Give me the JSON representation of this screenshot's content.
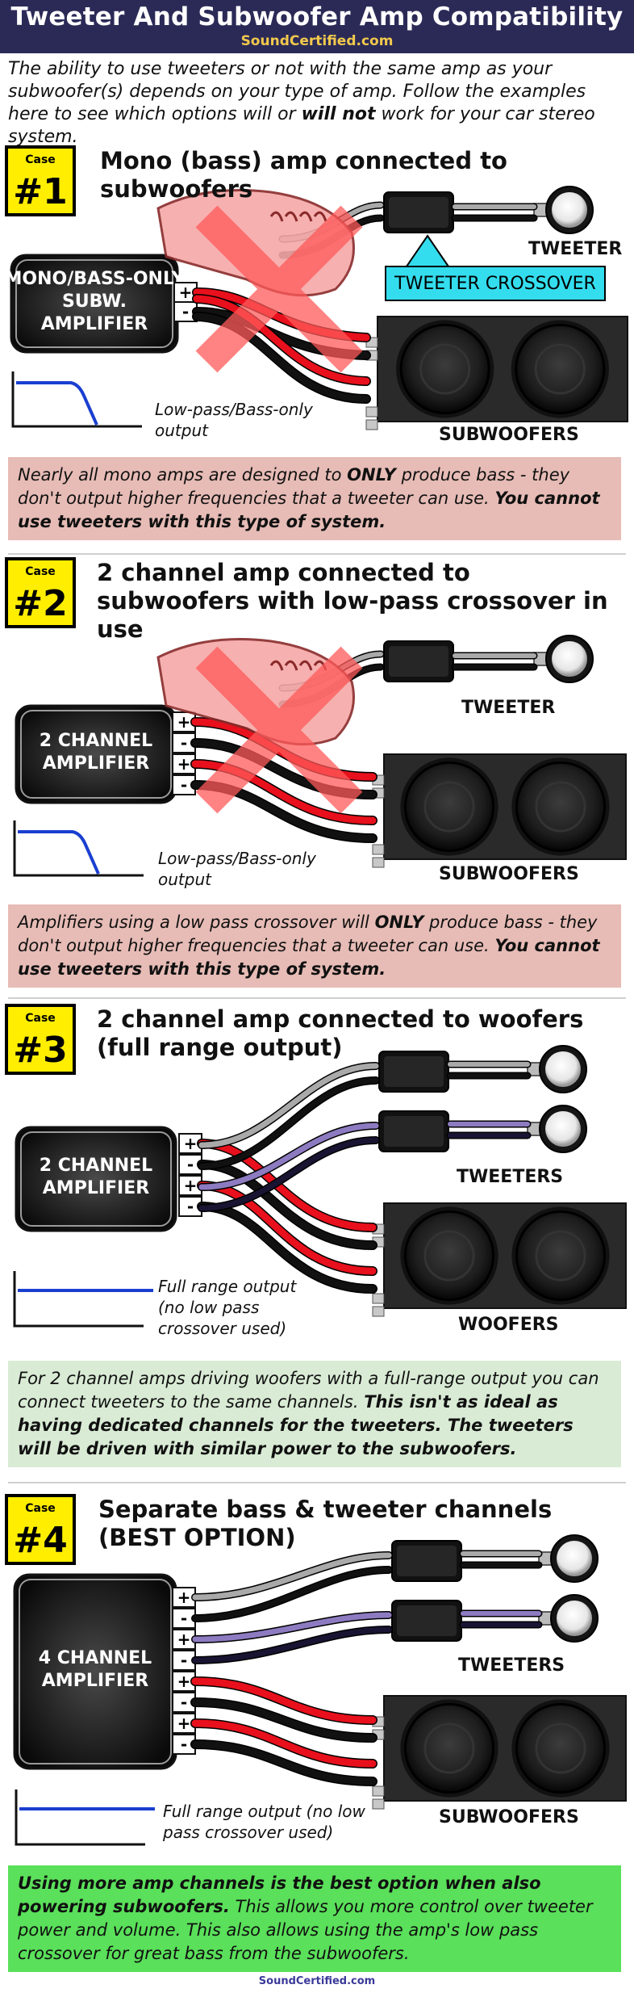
{
  "header": {
    "title": "Tweeter And Subwoofer Amp Compatibility",
    "site": "SoundCertified.com"
  },
  "intro": {
    "part1": "The ability to use tweeters or not with the same amp as your subwoofer(s) depends on your type of amp. Follow the examples here to see which options will or ",
    "bold": "will not",
    "part2": " work for your car stereo system."
  },
  "case_badge_label": "Case",
  "cases": [
    {
      "number": "#1",
      "title": "Mono (bass) amp connected to subwoofers",
      "amp_label": "MONO/BASS-ONLY SUBW. AMPLIFIER",
      "tweeter_label": "TWEETER",
      "crossover_label": "TWEETER CROSSOVER",
      "speaker_label": "SUBWOOFERS",
      "response_label": "Low-pass/Bass-only output",
      "note": {
        "part1": "Nearly all mono amps are designed to ",
        "emph": "ONLY",
        "part2": " produce bass - they don't output higher frequencies that a tweeter can use. ",
        "strong": "You cannot use tweeters with this type of system."
      }
    },
    {
      "number": "#2",
      "title": "2 channel amp connected to subwoofers with low-pass crossover in use",
      "amp_label": "2 CHANNEL AMPLIFIER",
      "tweeter_label": "TWEETER",
      "speaker_label": "SUBWOOFERS",
      "response_label": "Low-pass/Bass-only output",
      "note": {
        "part1": "Amplifiers using a low pass crossover will ",
        "emph": "ONLY",
        "part2": " produce bass - they don't output higher frequencies that a tweeter can use. ",
        "strong": "You cannot use tweeters with this type of system."
      }
    },
    {
      "number": "#3",
      "title": "2 channel amp connected to woofers (full range output)",
      "amp_label": "2 CHANNEL AMPLIFIER",
      "tweeter_label": "TWEETERS",
      "speaker_label": "WOOFERS",
      "response_label": "Full range output (no low pass crossover used)",
      "note": {
        "part1": "For 2 channel amps driving woofers with a full-range output you can connect tweeters to the same channels. ",
        "strong": "This isn't as ideal as having dedicated channels for the tweeters. The tweeters will be driven with similar power to the subwoofers."
      }
    },
    {
      "number": "#4",
      "title": "Separate bass & tweeter channels (BEST OPTION)",
      "amp_label": "4 CHANNEL AMPLIFIER",
      "tweeter_label": "TWEETERS",
      "speaker_label": "SUBWOOFERS",
      "response_label": "Full range output (no low pass crossover used)",
      "note": {
        "strong": "Using more amp channels is the best option when also powering subwoofers.",
        "part2": " This allows you more control over tweeter power and volume. This also allows using the amp's low pass crossover for great bass from the subwoofers."
      }
    }
  ],
  "terminal_plus": "+",
  "terminal_minus": "-",
  "footer": "SoundCertified.com",
  "colors": {
    "header_bg": "#2b2a57",
    "site_text": "#f2c94c",
    "badge_yellow": "#ffee00",
    "note_red": "#e7bcb6",
    "note_green_light": "#d9ebd5",
    "note_green_bright": "#5ae05a",
    "crossover_label_bg": "#33ddee",
    "wire_red": "#e8101c",
    "wire_black": "#111111",
    "wire_gray": "#a9a9a9",
    "wire_purple": "#8d7bc1",
    "response_line": "#1a3fd0",
    "x_mark": "#ff5a5a"
  }
}
